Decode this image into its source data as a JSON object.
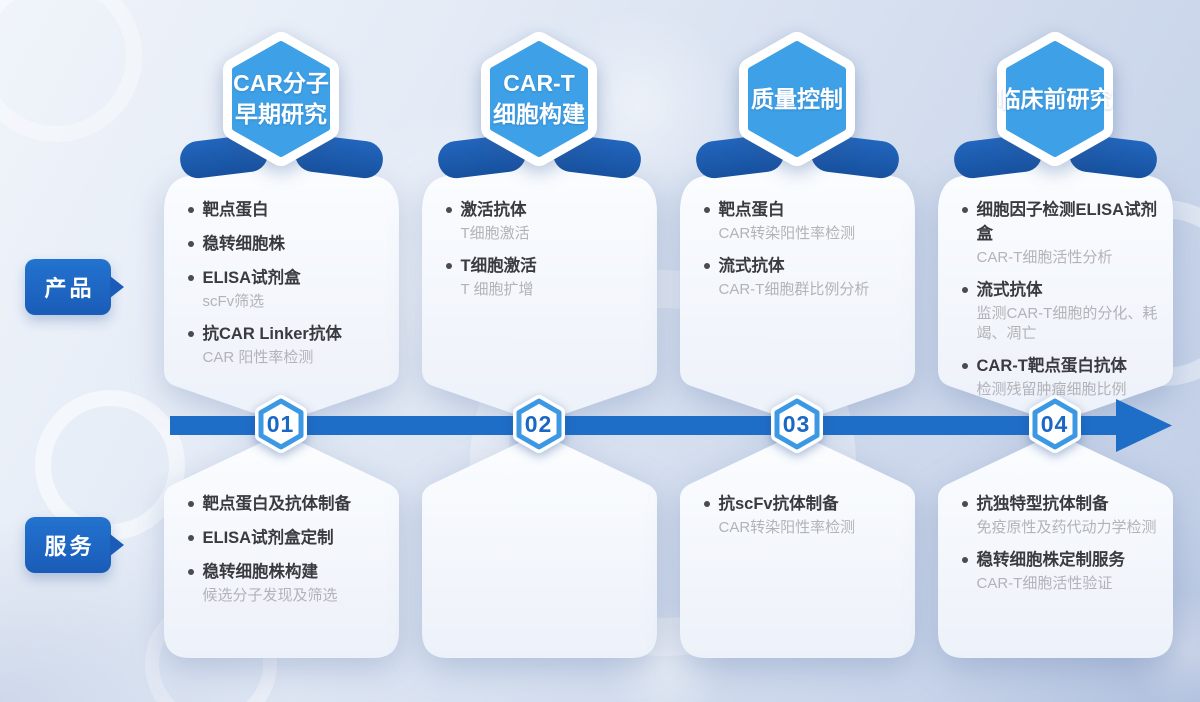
{
  "labels": {
    "products": "产品",
    "services": "服务"
  },
  "stages": [
    {
      "number": "01",
      "title_lines": [
        "CAR分子",
        "早期研究"
      ],
      "products": [
        {
          "label": "靶点蛋白",
          "note": ""
        },
        {
          "label": "稳转细胞株",
          "note": ""
        },
        {
          "label": "ELISA试剂盒",
          "note": "scFv筛选"
        },
        {
          "label": "抗CAR Linker抗体",
          "note": "CAR 阳性率检测"
        }
      ],
      "services": [
        {
          "label": "靶点蛋白及抗体制备",
          "note": ""
        },
        {
          "label": "ELISA试剂盒定制",
          "note": ""
        },
        {
          "label": "稳转细胞株构建",
          "note": "候选分子发现及筛选"
        }
      ]
    },
    {
      "number": "02",
      "title_lines": [
        "CAR-T",
        "细胞构建"
      ],
      "products": [
        {
          "label": "激活抗体",
          "note": "T细胞激活"
        },
        {
          "label": "T细胞激活",
          "note": "T 细胞扩增"
        }
      ],
      "services": []
    },
    {
      "number": "03",
      "title_lines": [
        "质量控制"
      ],
      "products": [
        {
          "label": "靶点蛋白",
          "note": "CAR转染阳性率检测"
        },
        {
          "label": "流式抗体",
          "note": "CAR-T细胞群比例分析"
        }
      ],
      "services": [
        {
          "label": "抗scFv抗体制备",
          "note": "CAR转染阳性率检测"
        }
      ]
    },
    {
      "number": "04",
      "title_lines": [
        "临床前研究"
      ],
      "products": [
        {
          "label": "细胞因子检测ELISA试剂盒",
          "note": "CAR-T细胞活性分析"
        },
        {
          "label": "流式抗体",
          "note": "监测CAR-T细胞的分化、耗竭、凋亡"
        },
        {
          "label": "CAR-T靶点蛋白抗体",
          "note": "检测残留肿瘤细胞比例"
        }
      ],
      "services": [
        {
          "label": "抗独特型抗体制备",
          "note": "免疫原性及药代动力学检测"
        },
        {
          "label": "稳转细胞株定制服务",
          "note": "CAR-T细胞活性验证"
        }
      ]
    }
  ],
  "colors": {
    "hexagon_fill": "#3EA0E6",
    "ribbon": "#1B5CB4",
    "timeline": "#1E6DC7",
    "tag_top": "#2273CF",
    "tag_bottom": "#1A5CB8",
    "number_text": "#1B68C4",
    "label_text": "#3A3B40",
    "note_text": "#B2B3B8",
    "card_fill": "#F7FAFD"
  }
}
